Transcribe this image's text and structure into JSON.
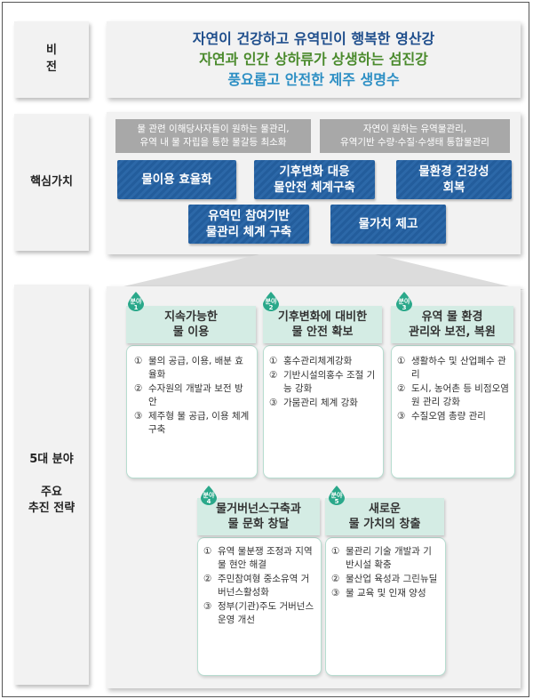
{
  "labels": {
    "vision": "비 전",
    "core_values": "핵심가치",
    "strategy_1": "5대 분야",
    "strategy_2": "주요",
    "strategy_3": "추진 전략"
  },
  "vision": {
    "lines": [
      {
        "text": "자연이 건강하고 유역민이 행복한 영산강",
        "color": "#1f4e8c"
      },
      {
        "text": "자연과 인간 상하류가 상생하는 섬진강",
        "color": "#4a8a2c"
      },
      {
        "text": "풍요롭고 안전한 제주 생명수",
        "color": "#2d8fc4"
      }
    ]
  },
  "core_values": {
    "gray_left": [
      "물 관련 이해당사자들이 원하는 물관리,",
      "유역 내 물 자립을 통한 물갈등 최소화"
    ],
    "gray_right": [
      "자연이 원하는 유역물관리,",
      "유역기반 수량·수질·수생태 통합물관리"
    ],
    "values": [
      {
        "l1": "물이용 효율화",
        "l2": ""
      },
      {
        "l1": "기후변화 대응",
        "l2": "물안전 체계구축"
      },
      {
        "l1": "물환경 건강성",
        "l2": "회복"
      },
      {
        "l1": "유역민 참여기반",
        "l2": "물관리 체계 구축"
      },
      {
        "l1": "물가치 제고",
        "l2": ""
      }
    ]
  },
  "strategies": [
    {
      "badge": "분야",
      "no": "1",
      "title1": "지속가능한",
      "title2": "물 이용",
      "items": [
        {
          "n": "①",
          "t": "물의 공급, 이용, 배분 효율화"
        },
        {
          "n": "②",
          "t": "수자원의 개발과 보전 방안"
        },
        {
          "n": "③",
          "t": "제주형 물 공급, 이용 체계 구축"
        }
      ]
    },
    {
      "badge": "분야",
      "no": "2",
      "title1": "기후변화에 대비한",
      "title2": "물 안전 확보",
      "items": [
        {
          "n": "①",
          "t": "홍수관리체계강화"
        },
        {
          "n": "②",
          "t": "기반시설의홍수 조절 기능 강화"
        },
        {
          "n": "③",
          "t": "가뭄관리 체계 강화"
        }
      ]
    },
    {
      "badge": "분야",
      "no": "3",
      "title1": "유역 물 환경",
      "title2": "관리와 보전, 복원",
      "items": [
        {
          "n": "①",
          "t": "생활하수 및 산업폐수 관리"
        },
        {
          "n": "②",
          "t": "도시, 농어촌 등 비점오염원 관리 강화"
        },
        {
          "n": "③",
          "t": "수질오염 총량 관리"
        }
      ]
    },
    {
      "badge": "분야",
      "no": "4",
      "title1": "물거버넌스구축과",
      "title2": "물 문화 창달",
      "items": [
        {
          "n": "①",
          "t": "유역 물분쟁 조정과 지역 물 현안 해결"
        },
        {
          "n": "②",
          "t": "주민참여형 중소유역 거버넌스활성화"
        },
        {
          "n": "③",
          "t": "정부(기관)주도 거버넌스운영 개선"
        }
      ]
    },
    {
      "badge": "분야",
      "no": "5",
      "title1": "새로운",
      "title2": "물 가치의 창출",
      "items": [
        {
          "n": "①",
          "t": "물관리 기술 개발과 기반시설 확충"
        },
        {
          "n": "②",
          "t": "물산업 육성과 그린뉴딜"
        },
        {
          "n": "③",
          "t": "물 교육 및 인재 양성"
        }
      ]
    }
  ]
}
